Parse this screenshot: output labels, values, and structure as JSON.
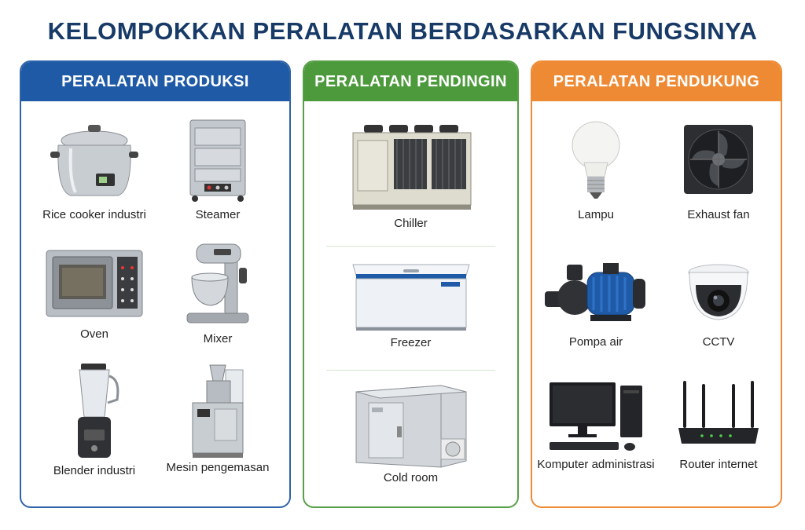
{
  "title": "KELOMPOKKAN PERALATAN BERDASARKAN FUNGSINYA",
  "panels": [
    {
      "heading": "PERALATAN PRODUKSI",
      "color": "#1f5aa6",
      "items": [
        {
          "label": "Rice cooker industri",
          "icon": "rice-cooker-icon"
        },
        {
          "label": "Steamer",
          "icon": "steamer-icon"
        },
        {
          "label": "Oven",
          "icon": "oven-icon"
        },
        {
          "label": "Mixer",
          "icon": "mixer-icon"
        },
        {
          "label": "Blender industri",
          "icon": "blender-icon"
        },
        {
          "label": "Mesin pengemasan",
          "icon": "packaging-machine-icon"
        }
      ]
    },
    {
      "heading": "PERALATAN PENDINGIN",
      "color": "#4c9a3c",
      "items": [
        {
          "label": "Chiller",
          "icon": "chiller-icon"
        },
        {
          "label": "Freezer",
          "icon": "freezer-icon"
        },
        {
          "label": "Cold room",
          "icon": "cold-room-icon"
        }
      ]
    },
    {
      "heading": "PERALATAN PENDUKUNG",
      "color": "#ef8a34",
      "items": [
        {
          "label": "Lampu",
          "icon": "light-bulb-icon"
        },
        {
          "label": "Exhaust fan",
          "icon": "exhaust-fan-icon"
        },
        {
          "label": "Pompa air",
          "icon": "water-pump-icon"
        },
        {
          "label": "CCTV",
          "icon": "cctv-camera-icon"
        },
        {
          "label": "Komputer administrasi",
          "icon": "computer-icon"
        },
        {
          "label": "Router internet",
          "icon": "router-icon"
        }
      ]
    }
  ]
}
